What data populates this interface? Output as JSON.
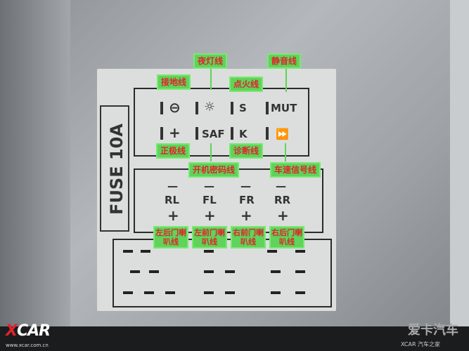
{
  "sticker": {
    "fuse": "FUSE 10A",
    "top_pins": [
      "⊖",
      "☼",
      "S",
      "MUT"
    ],
    "bottom_pins": [
      "+",
      "SAF",
      "K",
      "⏩"
    ],
    "speaker_minus": [
      "—",
      "—",
      "—",
      "—"
    ],
    "speaker_names": [
      "RL",
      "FL",
      "FR",
      "RR"
    ],
    "speaker_plus": [
      "+",
      "+",
      "+",
      "+"
    ]
  },
  "annotations": {
    "ground": "接地线",
    "night_light": "夜灯线",
    "ignition": "点火线",
    "mute": "静音线",
    "positive": "正极线",
    "code": "开机密码线",
    "diagnostic": "诊断线",
    "speed": "车速信号线",
    "speakers": [
      "左后门喇叭线",
      "左前门喇叭线",
      "右前门喇叭线",
      "右后门喇叭线"
    ]
  },
  "watermarks": {
    "left_logo": "XCAR",
    "left_url": "www.xcar.com.cn",
    "right_logo": "爱卡汽车",
    "right_sub": "XCAR 汽车之家"
  },
  "colors": {
    "label_bg": "#5fd35a",
    "label_text": "#e0242b"
  }
}
